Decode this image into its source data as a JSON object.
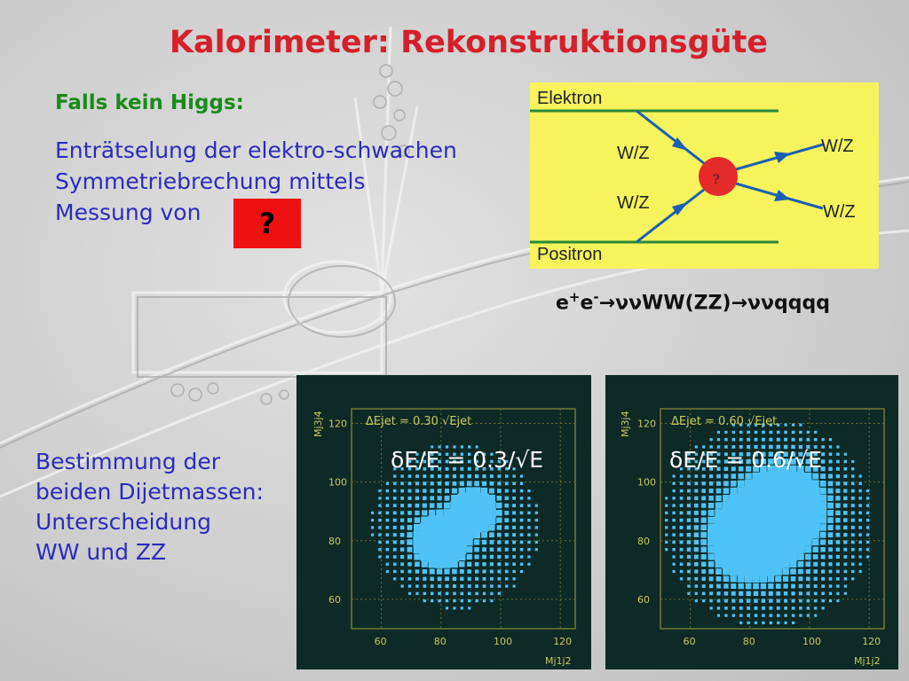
{
  "title": "Kalorimeter: Rekonstruktionsgüte",
  "subtitle": "Falls kein Higgs:",
  "body_lines": [
    "Enträtselung der elektro-schwachen",
    "Symmetriebrechung mittels",
    "Messung von"
  ],
  "question_box": "?",
  "diagram": {
    "top_label": "Elektron",
    "bottom_label": "Positron",
    "left_upper": "W/Z",
    "left_lower": "W/Z",
    "right_upper": "W/Z",
    "right_lower": "W/Z",
    "vertex": "?",
    "colors": {
      "background": "#f6f35c",
      "lines": "#2a8a3a",
      "arrows": "#1a5fb4",
      "vertex": "#e52a2a"
    }
  },
  "reaction": {
    "part1": "e",
    "sup1": "+",
    "part2": "e",
    "sup2": "-",
    "part3": "→ννWW(ZZ)→ννqqqq"
  },
  "bottom_lines": [
    "Bestimmung der",
    "beiden Dijetmassen:",
    "Unterscheidung",
    "WW und ZZ"
  ],
  "plots": [
    {
      "header": "ΔEjet = 0.30 √Ejet",
      "label": "δE/E = 0.3/√E",
      "ylabel": "Mj3j4",
      "xlabel": "Mj1j2",
      "xticks": [
        "60",
        "80",
        "100",
        "120"
      ],
      "yticks": [
        "60",
        "80",
        "100",
        "120"
      ]
    },
    {
      "header": "ΔEjet = 0.60 √Ejet",
      "label": "δE/E = 0.6/√E",
      "ylabel": "Mj3j4",
      "xlabel": "Mj1j2",
      "xticks": [
        "60",
        "80",
        "100",
        "120"
      ],
      "yticks": [
        "60",
        "80",
        "100",
        "120"
      ]
    }
  ]
}
